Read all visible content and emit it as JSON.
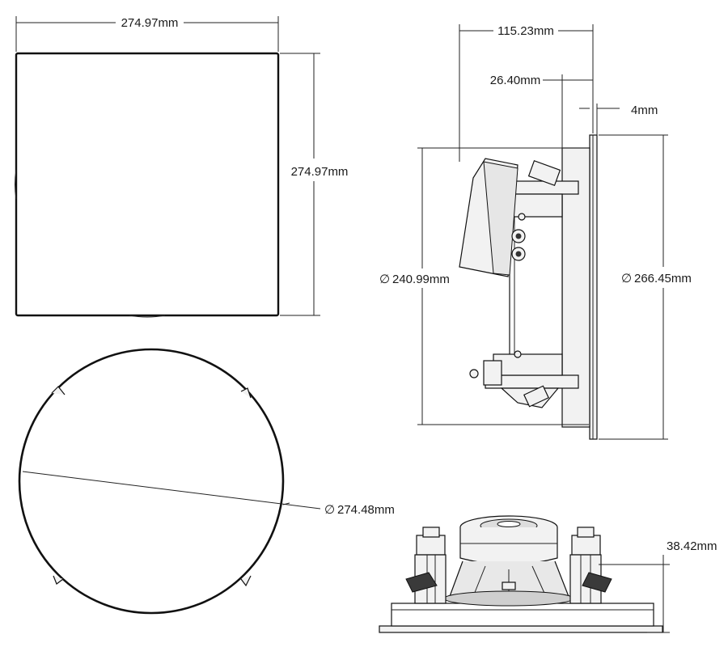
{
  "dimensions": {
    "square_width": "274.97mm",
    "square_height": "274.97mm",
    "round_diameter": "274.48mm",
    "side_depth": "115.23mm",
    "side_offset": "26.40mm",
    "flange_thickness": "4mm",
    "cutout_diameter": "240.99mm",
    "grille_diameter": "266.45mm",
    "bottom_profile": "38.42mm"
  },
  "symbols": {
    "diameter": "∅"
  }
}
